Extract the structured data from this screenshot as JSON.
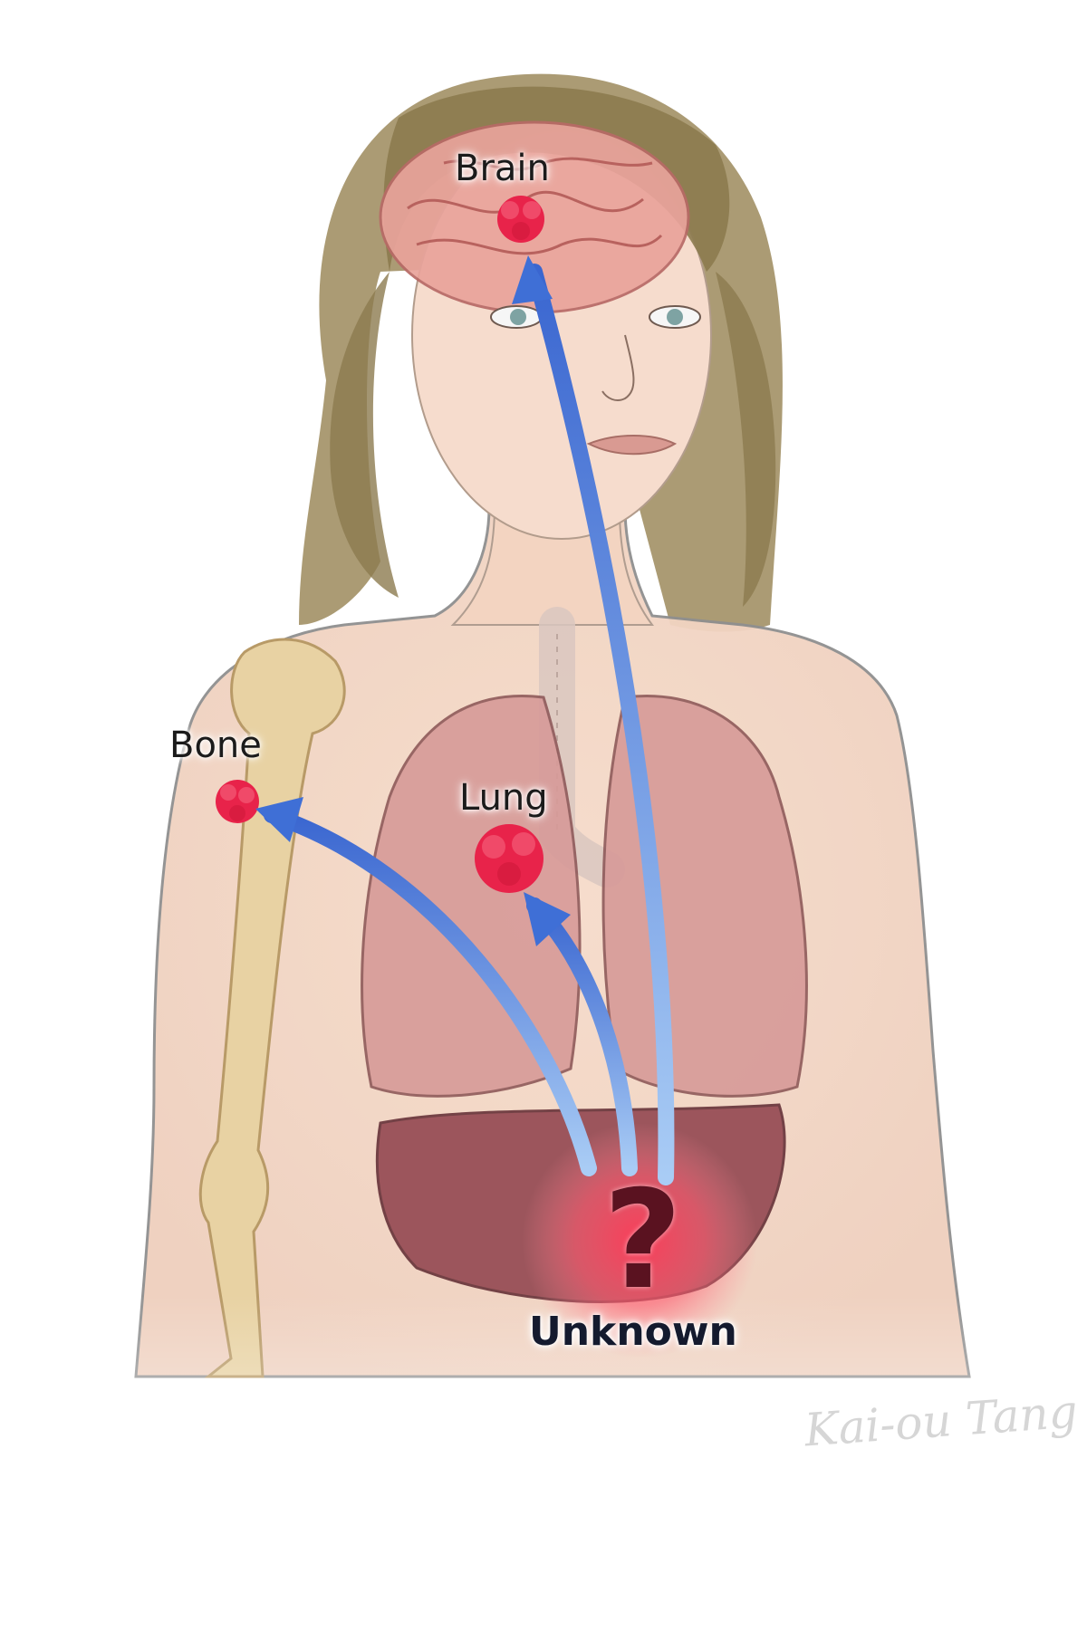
{
  "labels": {
    "brain": "Brain",
    "bone": "Bone",
    "lung": "Lung",
    "unknown": "Unknown",
    "question": "?"
  },
  "signature": "Kai-ou Tang",
  "colors": {
    "arrow": "#3f6fd6",
    "arrow_light": "#9ec1f3",
    "tumor": "#e8234a",
    "primary_glow": "#ff4a63",
    "hair": "#8a7a4e",
    "skin": "#f4d7c4",
    "lung": "#c98a8a",
    "liver": "#8a3a44",
    "bone": "#e8d2a3",
    "brain": "#e79a94"
  }
}
